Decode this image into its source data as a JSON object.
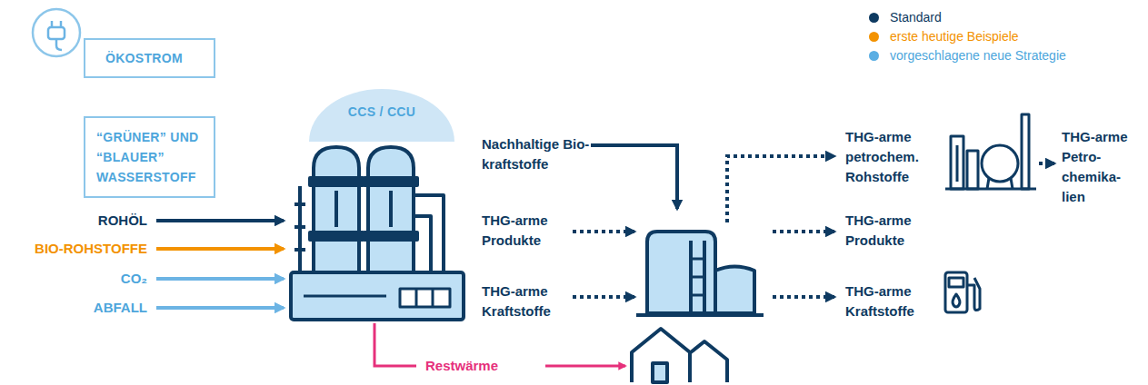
{
  "diagram": {
    "nodes": [
      {
        "text": [
          "ÖKOSTROM"
        ]
      },
      {
        "text": [
          "“GRÜNER” UND “BLAUER” WASSERSTOFF"
        ]
      },
      {
        "text": [
          "CCS / CCU"
        ]
      }
    ],
    "labels": [
      "ROHÖL",
      "BIO-ROHSTOFFE",
      "CO₂",
      "ABFALL",
      "Nachhaltige Bio-kraftstoffe",
      "THG-arme Produkte",
      "THG-arme Kraftstoffe",
      "Restwärme",
      "THG-arme petrochem. Rohstoffe",
      "THG-arme Petro-chemika-lien",
      "THG-arme Produkte",
      "THG-arme Kraftstoffe"
    ],
    "legend": [
      {
        "text": "Standard",
        "color": "#0e3a61"
      },
      {
        "text": "erste heutige Beispiele",
        "color": "#f39200"
      },
      {
        "text": "vorgeschlagene neue Strategie",
        "color": "#5aaee3"
      }
    ]
  }
}
